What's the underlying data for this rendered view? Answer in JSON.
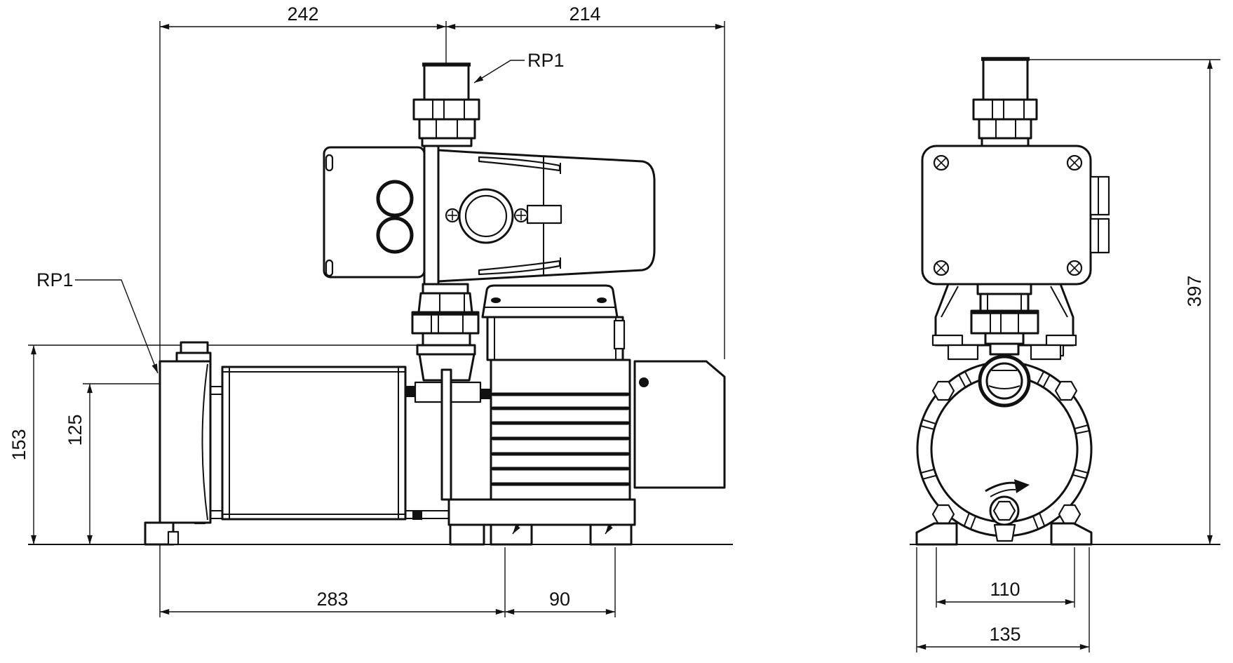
{
  "drawing": {
    "type": "pump dimensional drawing, side and front views",
    "colors": {
      "line": "#111111",
      "background": "#ffffff"
    },
    "labels": {
      "rp1_top": "RP1",
      "rp1_side": "RP1"
    },
    "dimensions": {
      "top_left_span": "242",
      "top_right_span": "214",
      "pump_height": "153",
      "suction_port_height": "125",
      "pump_length": "283",
      "motor_overhang": "90",
      "total_height": "397",
      "foot_hole_spacing": "110",
      "foot_width": "135"
    }
  }
}
